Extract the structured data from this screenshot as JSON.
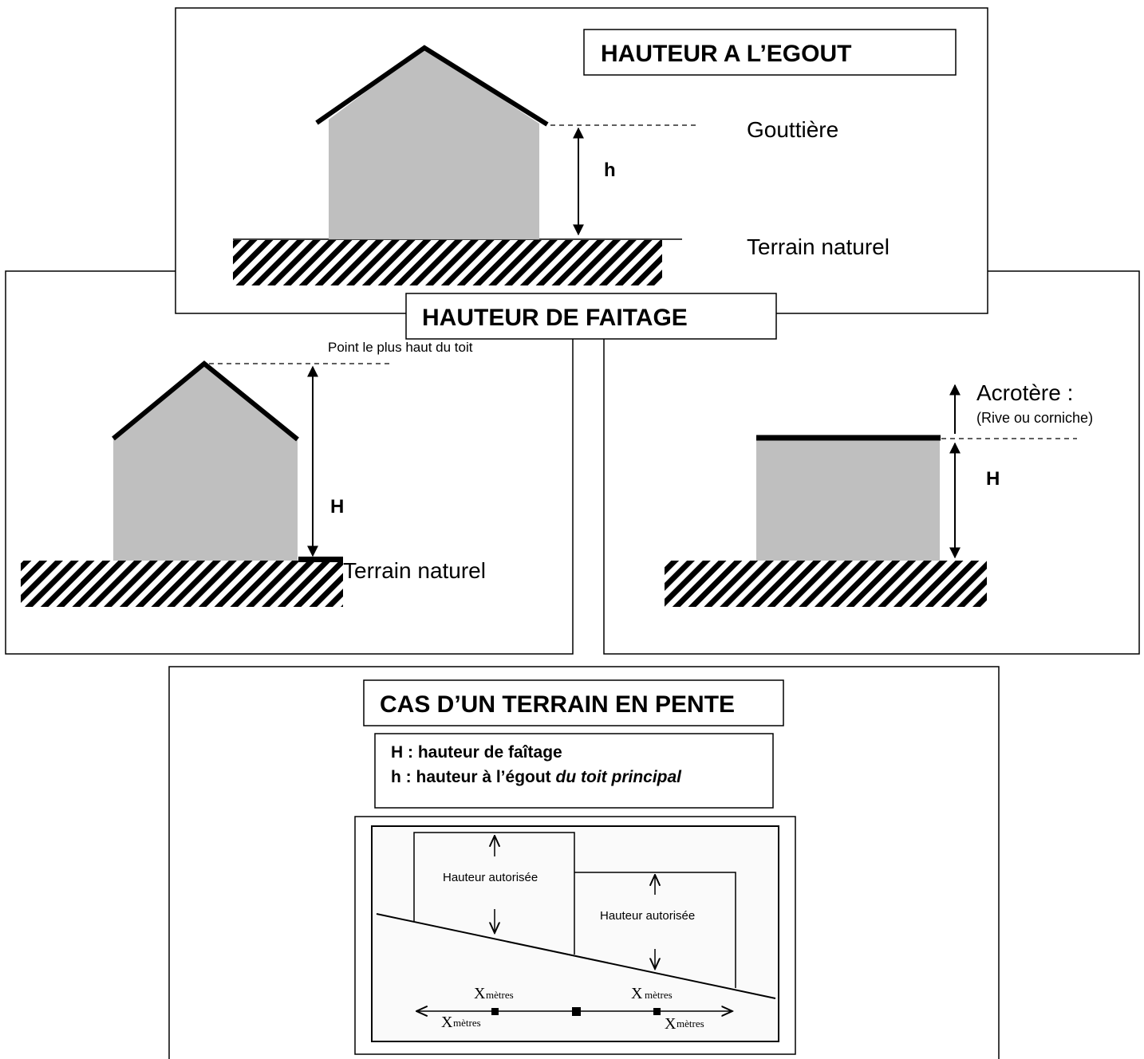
{
  "egout": {
    "title": "HAUTEUR A L’EGOUT",
    "gutter_label": "Gouttière",
    "h_label": "h",
    "ground_label": "Terrain naturel"
  },
  "faitage": {
    "title": "HAUTEUR DE FAITAGE",
    "peak_label": "Point le plus haut du toit",
    "H_label": "H",
    "ground_label": "Terrain naturel",
    "acrotere_label": "Acrotère :",
    "acrotere_sub": "(Rive ou corniche)",
    "H_label_right": "H"
  },
  "pente": {
    "title": "CAS D’UN TERRAIN EN PENTE",
    "legend_H": "H : hauteur de faîtage",
    "legend_h_prefix": "h : hauteur à l’égout ",
    "legend_h_italic": "du toit principal",
    "height_label_1": "Hauteur autorisée",
    "height_label_2": "Hauteur autorisée",
    "x_mark": "X",
    "x_unit": "mètres"
  },
  "colors": {
    "wall_fill": "#bfbfbf",
    "line": "#000000",
    "background": "#ffffff"
  }
}
